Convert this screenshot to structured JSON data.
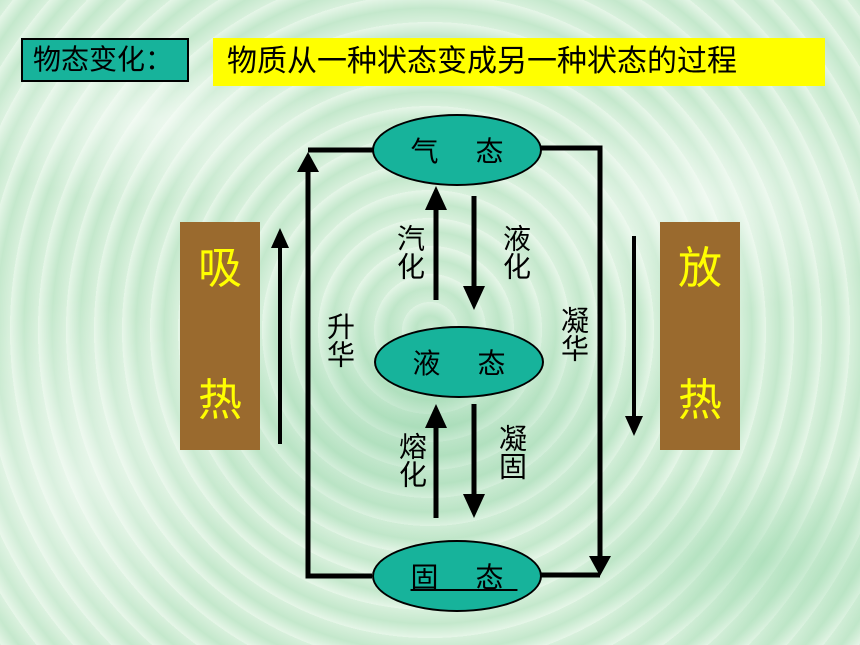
{
  "header": {
    "term": "物态变化：",
    "definition": "物质从一种状态变成另一种状态的过程"
  },
  "states": {
    "gas": "气 态",
    "liquid": "液 态",
    "solid": "固 态"
  },
  "processes": {
    "vaporization": "汽化",
    "liquefaction": "液化",
    "melting": "熔化",
    "freezing": "凝固",
    "sublimation": "升华",
    "deposition": "凝华"
  },
  "heat": {
    "absorb": [
      "吸",
      "热"
    ],
    "release": [
      "放",
      "热"
    ]
  },
  "colors": {
    "state_fill": "#17b39b",
    "definition_fill": "#ffff00",
    "heat_box_fill": "#9a6a2e",
    "heat_text": "#ffff00"
  }
}
